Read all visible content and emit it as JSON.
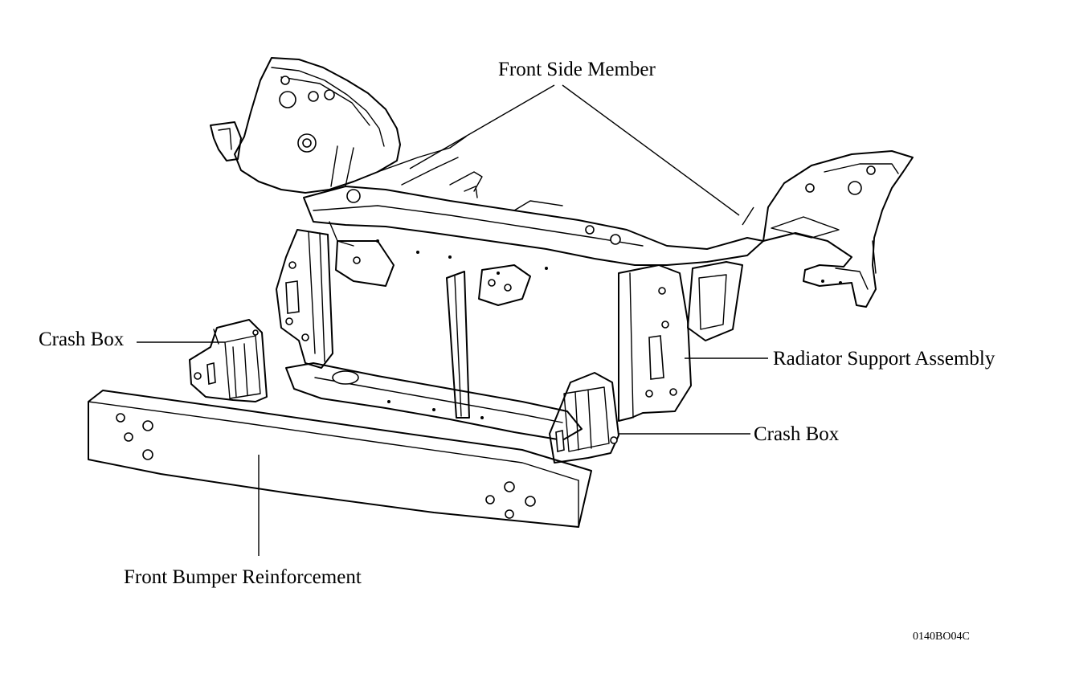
{
  "labels": {
    "front_side_member": "Front Side Member",
    "crash_box_left": "Crash Box",
    "radiator_support_assembly": "Radiator Support Assembly",
    "crash_box_right": "Crash Box",
    "front_bumper_reinforcement": "Front Bumper Reinforcement"
  },
  "figure_code": "0140BO04C"
}
